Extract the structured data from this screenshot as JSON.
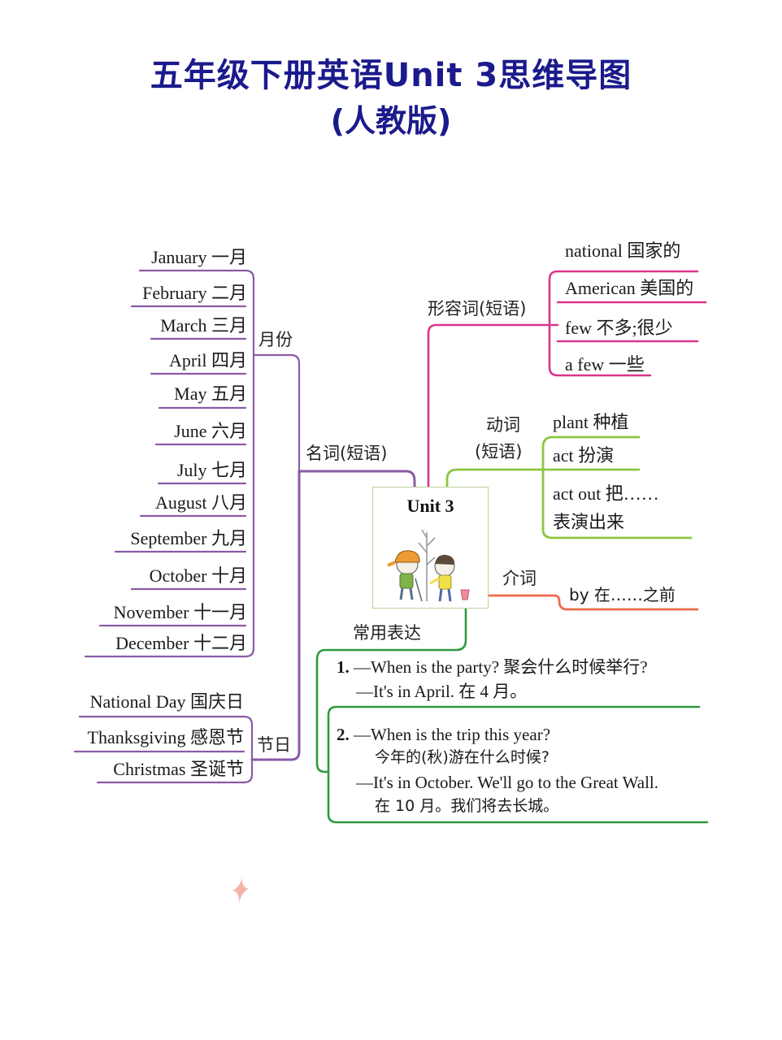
{
  "title": {
    "line1": "五年级下册英语Unit 3思维导图",
    "line2": "(人教版)"
  },
  "center": {
    "label": "Unit 3",
    "illustration": "two-children-planting-tree"
  },
  "colors": {
    "title": "#1b1a8c",
    "nouns_branch": "#8a5aa6",
    "adjectives_branch": "#d9358c",
    "verbs_branch": "#8cc63f",
    "prepositions_branch": "#ef6b4a",
    "expressions_branch": "#2e9a3e"
  },
  "nouns": {
    "label": "名词(短语)",
    "months": {
      "label": "月份",
      "items": [
        "January 一月",
        "February 二月",
        "March 三月",
        "April 四月",
        "May 五月",
        "June 六月",
        "July 七月",
        "August 八月",
        "September 九月",
        "October 十月",
        "November 十一月",
        "December 十二月"
      ]
    },
    "festivals": {
      "label": "节日",
      "items": [
        "National Day 国庆日",
        "Thanksgiving 感恩节",
        "Christmas 圣诞节"
      ]
    }
  },
  "adjectives": {
    "label": "形容词(短语)",
    "items": [
      "national 国家的",
      "American 美国的",
      "few 不多;很少",
      "a few 一些"
    ]
  },
  "verbs": {
    "label_line1": "动词",
    "label_line2": "(短语)",
    "items": [
      "plant 种植",
      "act 扮演"
    ],
    "item3_line1": "act out 把……",
    "item3_line2": "表演出来"
  },
  "prepositions": {
    "label": "介词",
    "items": [
      "by 在……之前"
    ]
  },
  "expressions": {
    "label": "常用表达",
    "items": [
      {
        "num": "1.",
        "lines": [
          "—When is the party?   聚会什么时候举行?",
          "—It's in April. 在 4 月。"
        ]
      },
      {
        "num": "2.",
        "lines": [
          "—When is the trip this year?",
          "今年的(秋)游在什么时候?",
          "—It's in October. We'll go to the Great Wall.",
          "在 10 月。我们将去长城。"
        ]
      }
    ]
  },
  "decor": {
    "sparkle_icon": "four-point-star"
  }
}
